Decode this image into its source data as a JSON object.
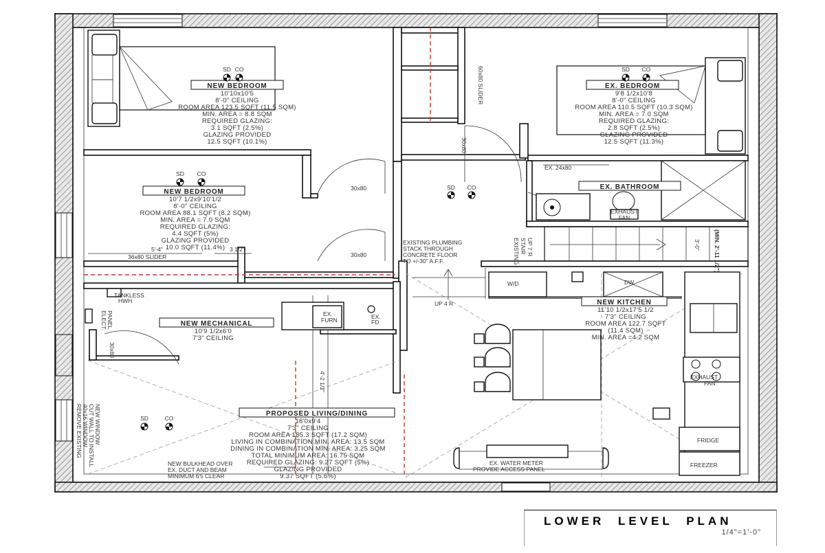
{
  "rooms": {
    "new_bedroom_1": {
      "name": "NEW BEDROOM",
      "dims": "10'10x10'5",
      "ceiling": "8'-0\" CEILING",
      "area": "ROOM AREA 123.5 SQFT (11.5 SQM)",
      "min_area": "MIN. AREA = 8.8 SQM",
      "req_glazing": "REQUIRED GLAZING:",
      "req_value": "3.1 SQFT (2.5%)",
      "glazing_provided": "GLAZING PROVIDED",
      "provided_value": "12.5 SQFT (10.1%)"
    },
    "ex_bedroom": {
      "name": "EX. BEDROOM",
      "dims": "9'8 1/2x10'8",
      "ceiling": "8'-0\" CEILING",
      "area": "ROOM AREA 110.5 SQFT (10.3 SQM)",
      "min_area": "MIN. AREA = 7.0 SQM",
      "req_glazing": "REQUIRED GLAZING:",
      "req_value": "2.8 SQFT (2.5%)",
      "glazing_provided": "GLAZING PROVIDED",
      "provided_value": "12.5 SQFT (11.3%)"
    },
    "new_bedroom_2": {
      "name": "NEW BEDROOM",
      "dims": "10'7 1/2x9'10'1/2",
      "ceiling": "8'-0\" CEILING",
      "area": "ROOM AREA 88.1 SQFT (8.2 SQM)",
      "min_area": "MIN. AREA = 7.0 SQM",
      "req_glazing": "REQUIRED GLAZING:",
      "req_value": "4.4 SQFT (5%)",
      "glazing_provided": "GLAZING PROVIDED",
      "provided_value": "10.0 SQFT (11.4%)"
    },
    "ex_bathroom": {
      "name": "EX. BATHROOM",
      "fan": "EXHAUST",
      "fan2": "FAN"
    },
    "new_mechanical": {
      "name": "NEW MECHANICAL",
      "dims": "10'9 1/2x6'0",
      "ceiling": "7'3\" CEILING"
    },
    "new_kitchen": {
      "name": "NEW KITCHEN",
      "dims": "11'10 1/2x17'5 1/2",
      "ceiling": "7'3\" CEILING",
      "area": "ROOM AREA 122.7 SQFT",
      "area2": "(11.4 SQM)",
      "min_area": "MIN. AREA =4.2 SQM"
    },
    "living": {
      "name": "PROPOSED LIVING/DINING",
      "dims": "18'0x9'4",
      "ceiling": "7'3\" CEILING",
      "area": "ROOM AREA 185.3 SQFT (17.2 SQM)",
      "l1": "LIVING IN COMBINATION MIN. AREA: 13.5 SQM",
      "l2": "DINING IN COMBINATION MIN. AREA: 3.25 SQM",
      "l3": "TOTAL MINIMUM AREA: 16.75 SQM",
      "l4": "REQUIRED GLAZING: 9.27 SQFT (5%)",
      "l5": "GLAZING PROVIDED",
      "l6": "9.37 SQFT (5.6%)"
    }
  },
  "detectors": {
    "sd": "SD",
    "co": "CO"
  },
  "notes": {
    "slider_60": "60x80 SLIDER",
    "door_30x80": "30x80",
    "ex_24x80": "EX. 24x80",
    "plumbing_1": "EXISTING PLUMBING",
    "plumbing_2": "STACK THROUGH",
    "plumbing_3": "CONCRETE FLOOR",
    "plumbing_4": "TO +/-30\" A.F.F.",
    "ex_stair_1": "EXISTING",
    "ex_stair_2": "STAIR",
    "ex_stair_3": "UP 7 R",
    "stair_width": "3'-0\"",
    "stair_min": "(MIN. 2'-11 1/2\")",
    "up_4r": "UP 4 R",
    "slider_36": "36x80 SLIDER",
    "dim_54": "5'-4\"",
    "dim_312": "3 1/2\"",
    "tankless_1": "TANKLESS",
    "tankless_2": "HWH",
    "elect_1": "ELECT.",
    "elect_2": "PANEL",
    "ex_furn_1": "EX.",
    "ex_furn_2": "FURN",
    "ex_fd_1": "EX.",
    "ex_fd_2": "FD",
    "dim_428": "4'-2 1/2\"",
    "wd": "W/D",
    "dw": "DW",
    "exhaust_1": "EXHAUST",
    "exhaust_2": "FAN",
    "fridge": "FRIDGE",
    "freezer": "FREEZER",
    "bulkhead_1": "NEW BULKHEAD OVER",
    "bulkhead_2": "EX. DUCT AND BEAM",
    "bulkhead_3": "MINIMUM 6'5 CLEAR",
    "water_1": "EX. WATER METER",
    "water_2": "PROVIDE ACCESS PANEL",
    "remove_1": "REMOVE EXISTING",
    "remove_2": "40x16 WINDOW",
    "remove_3": "CUT WALL TO INSTALL",
    "remove_4": "NEW WINDOW"
  },
  "title": {
    "main": "LOWER LEVEL PLAN",
    "scale": "1/4\"=1'-0\""
  }
}
